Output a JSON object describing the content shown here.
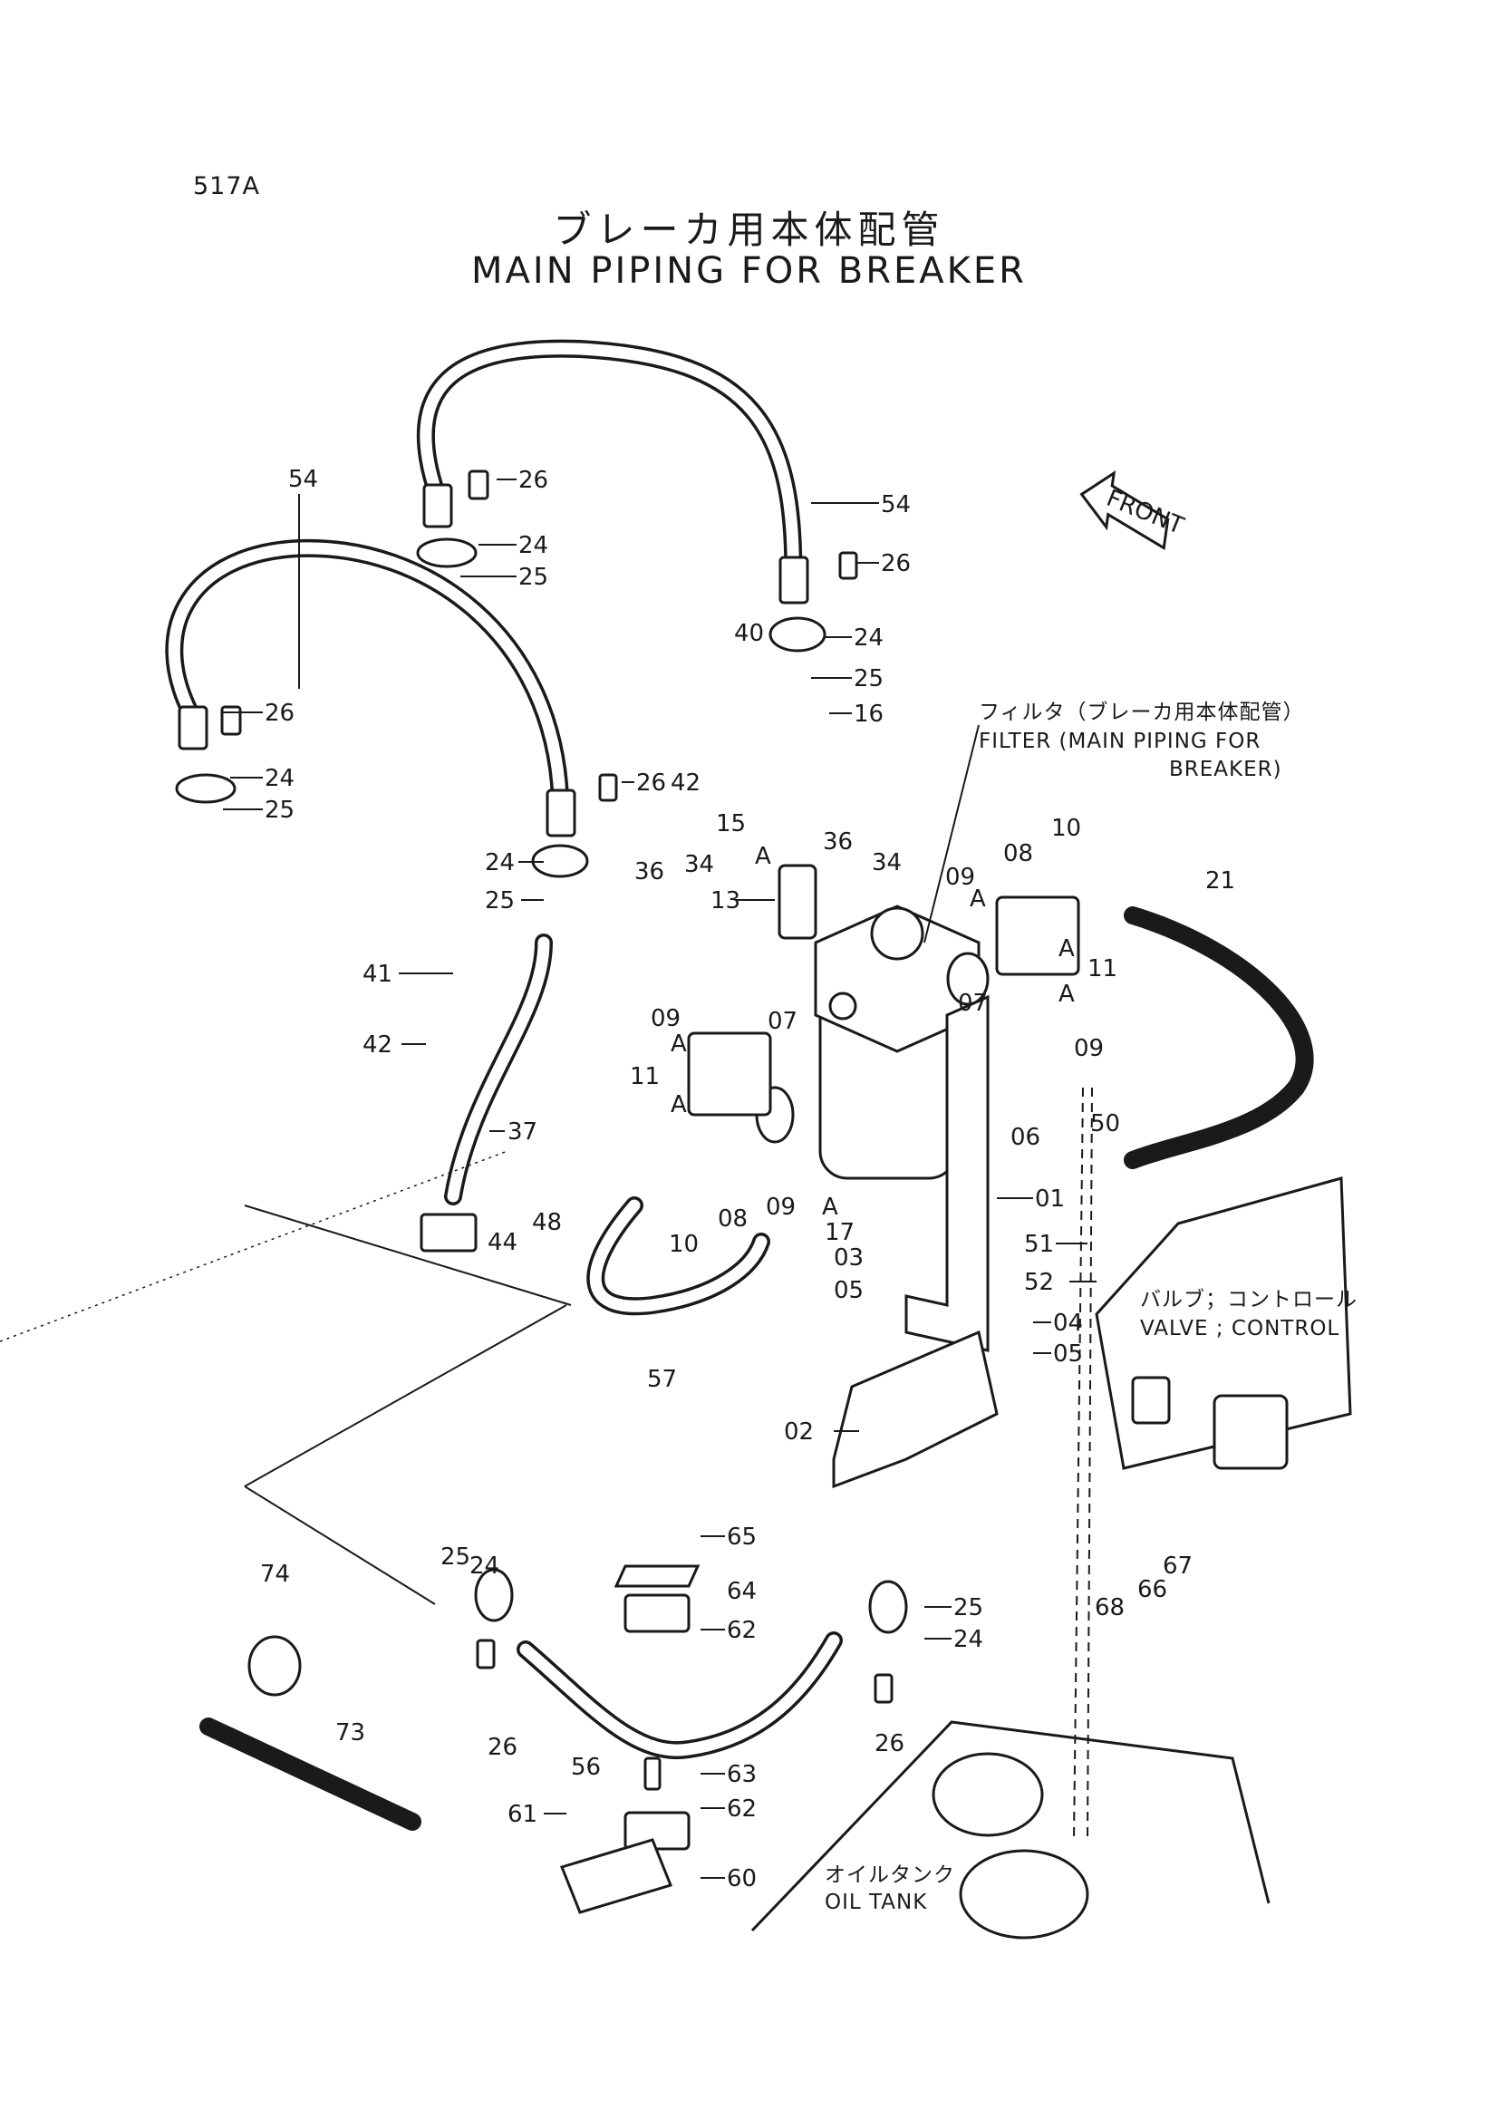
{
  "page_id": "517A",
  "title_jp": "ブレーカ用本体配管",
  "title_en": "MAIN PIPING FOR BREAKER",
  "direction_label": "FRONT",
  "notes": {
    "filter_jp": "フィルタ（ブレーカ用本体配管）",
    "filter_en_line1": "FILTER (MAIN PIPING FOR",
    "filter_en_line2": "BREAKER)",
    "valve_jp": "バルブ；コントロール",
    "valve_en": "VALVE ; CONTROL",
    "tank_jp": "オイルタンク",
    "tank_en": "OIL TANK"
  },
  "callouts": [
    {
      "id": "c54a",
      "label": "54"
    },
    {
      "id": "c26a",
      "label": "26"
    },
    {
      "id": "c24a",
      "label": "24"
    },
    {
      "id": "c25a",
      "label": "25"
    },
    {
      "id": "c54b",
      "label": "54"
    },
    {
      "id": "c26b",
      "label": "26"
    },
    {
      "id": "c24b",
      "label": "24"
    },
    {
      "id": "c25b",
      "label": "25"
    },
    {
      "id": "c40",
      "label": "40"
    },
    {
      "id": "c16",
      "label": "16"
    },
    {
      "id": "c26c",
      "label": "26"
    },
    {
      "id": "c24c",
      "label": "24"
    },
    {
      "id": "c25c",
      "label": "25"
    },
    {
      "id": "c26d",
      "label": "26"
    },
    {
      "id": "c42a",
      "label": "42"
    },
    {
      "id": "c36a",
      "label": "36"
    },
    {
      "id": "c34a",
      "label": "34"
    },
    {
      "id": "c15",
      "label": "15"
    },
    {
      "id": "cAa",
      "label": "A"
    },
    {
      "id": "c24d",
      "label": "24"
    },
    {
      "id": "c25d",
      "label": "25"
    },
    {
      "id": "c36b",
      "label": "36"
    },
    {
      "id": "c34b",
      "label": "34"
    },
    {
      "id": "c13",
      "label": "13"
    },
    {
      "id": "c41",
      "label": "41"
    },
    {
      "id": "c42b",
      "label": "42"
    },
    {
      "id": "c09a",
      "label": "09"
    },
    {
      "id": "cAb",
      "label": "A"
    },
    {
      "id": "c08a",
      "label": "08"
    },
    {
      "id": "c10a",
      "label": "10"
    },
    {
      "id": "c21",
      "label": "21"
    },
    {
      "id": "cAc",
      "label": "A"
    },
    {
      "id": "c11a",
      "label": "11"
    },
    {
      "id": "cAd",
      "label": "A"
    },
    {
      "id": "c09b",
      "label": "09"
    },
    {
      "id": "c07a",
      "label": "07"
    },
    {
      "id": "c07b",
      "label": "07"
    },
    {
      "id": "c09c",
      "label": "09"
    },
    {
      "id": "cAe",
      "label": "A"
    },
    {
      "id": "c11b",
      "label": "11"
    },
    {
      "id": "cAf",
      "label": "A"
    },
    {
      "id": "c06",
      "label": "06"
    },
    {
      "id": "c37",
      "label": "37"
    },
    {
      "id": "c50",
      "label": "50"
    },
    {
      "id": "c48",
      "label": "48"
    },
    {
      "id": "c44",
      "label": "44"
    },
    {
      "id": "c08b",
      "label": "08"
    },
    {
      "id": "c10b",
      "label": "10"
    },
    {
      "id": "c09d",
      "label": "09"
    },
    {
      "id": "cAg",
      "label": "A"
    },
    {
      "id": "c17",
      "label": "17"
    },
    {
      "id": "c01",
      "label": "01"
    },
    {
      "id": "c51",
      "label": "51"
    },
    {
      "id": "c03",
      "label": "03"
    },
    {
      "id": "c05a",
      "label": "05"
    },
    {
      "id": "c52",
      "label": "52"
    },
    {
      "id": "c04",
      "label": "04"
    },
    {
      "id": "c05b",
      "label": "05"
    },
    {
      "id": "c57",
      "label": "57"
    },
    {
      "id": "c02",
      "label": "02"
    },
    {
      "id": "c65",
      "label": "65"
    },
    {
      "id": "c67",
      "label": "67"
    },
    {
      "id": "c66",
      "label": "66"
    },
    {
      "id": "c68",
      "label": "68"
    },
    {
      "id": "c74",
      "label": "74"
    },
    {
      "id": "c25e",
      "label": "25"
    },
    {
      "id": "c24e",
      "label": "24"
    },
    {
      "id": "c64",
      "label": "64"
    },
    {
      "id": "c62a",
      "label": "62"
    },
    {
      "id": "c25f",
      "label": "25"
    },
    {
      "id": "c24f",
      "label": "24"
    },
    {
      "id": "c73",
      "label": "73"
    },
    {
      "id": "c26e",
      "label": "26"
    },
    {
      "id": "c56",
      "label": "56"
    },
    {
      "id": "c26f",
      "label": "26"
    },
    {
      "id": "c63",
      "label": "63"
    },
    {
      "id": "c61",
      "label": "61"
    },
    {
      "id": "c62b",
      "label": "62"
    },
    {
      "id": "c60",
      "label": "60"
    }
  ]
}
